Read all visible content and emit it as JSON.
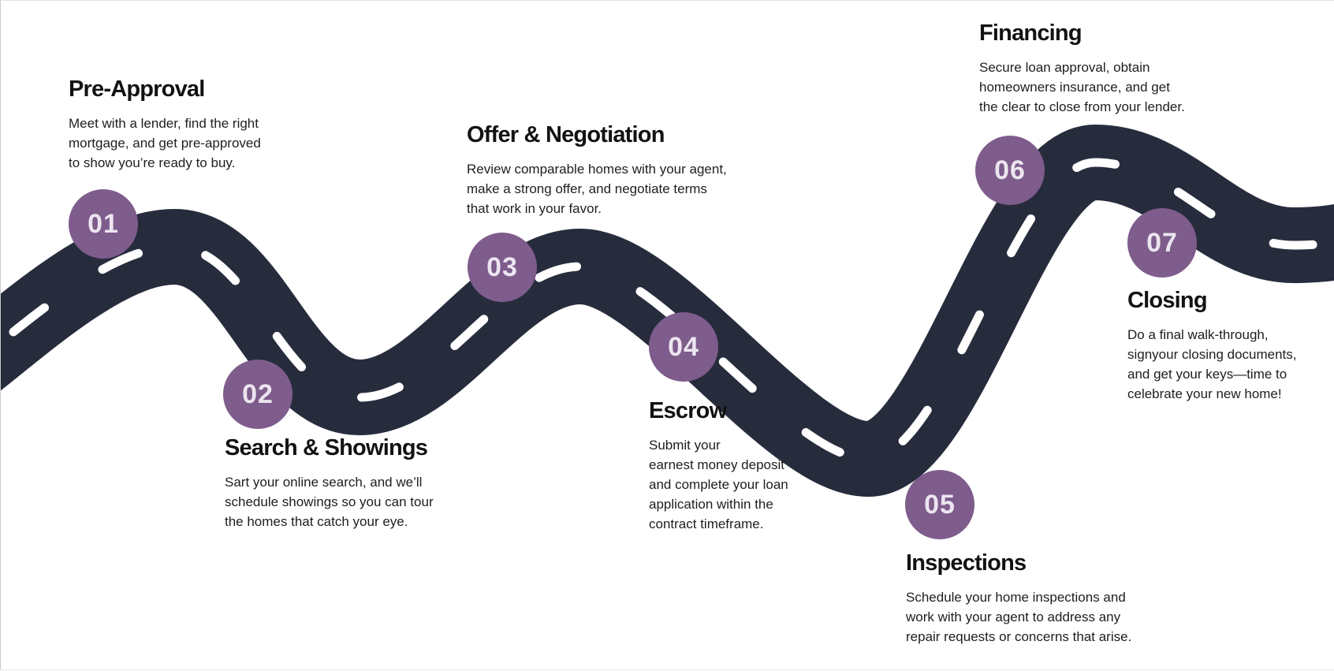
{
  "infographic": {
    "type": "roadmap-timeline",
    "subject": "home buying process",
    "steps": [
      {
        "number": "01",
        "title": "Pre-Approval",
        "description": "Meet with a lender, find the right\nmortgage, and get pre-approved\nto show you’re ready to buy."
      },
      {
        "number": "02",
        "title": "Search & Showings",
        "description": "Sart your online search, and we’ll\nschedule showings so you can tour\nthe homes that catch your eye."
      },
      {
        "number": "03",
        "title": "Offer & Negotiation",
        "description": "Review comparable homes with your agent,\nmake a strong offer, and negotiate terms\nthat work in your favor."
      },
      {
        "number": "04",
        "title": "Escrow",
        "description": "Submit your\nearnest money deposit\nand complete your loan\napplication within the\ncontract timeframe."
      },
      {
        "number": "05",
        "title": "Inspections",
        "description": "Schedule your home inspections and\nwork with your agent to address any\nrepair requests or concerns that arise."
      },
      {
        "number": "06",
        "title": "Financing",
        "description": "Secure loan approval, obtain\nhomeowners insurance, and get\nthe clear to close from your lender."
      },
      {
        "number": "07",
        "title": "Closing",
        "description": "Do a final walk-through,\nsignyour closing documents,\nand get your keys—time to\ncelebrate your new home!"
      }
    ]
  },
  "colors": {
    "road": "#272c3d",
    "road_dash": "#ffffff",
    "marker": "#7e5c8c",
    "marker_text": "#ece5f0",
    "heading": "#121212",
    "body": "#1e1e1e",
    "background": "#ffffff"
  }
}
